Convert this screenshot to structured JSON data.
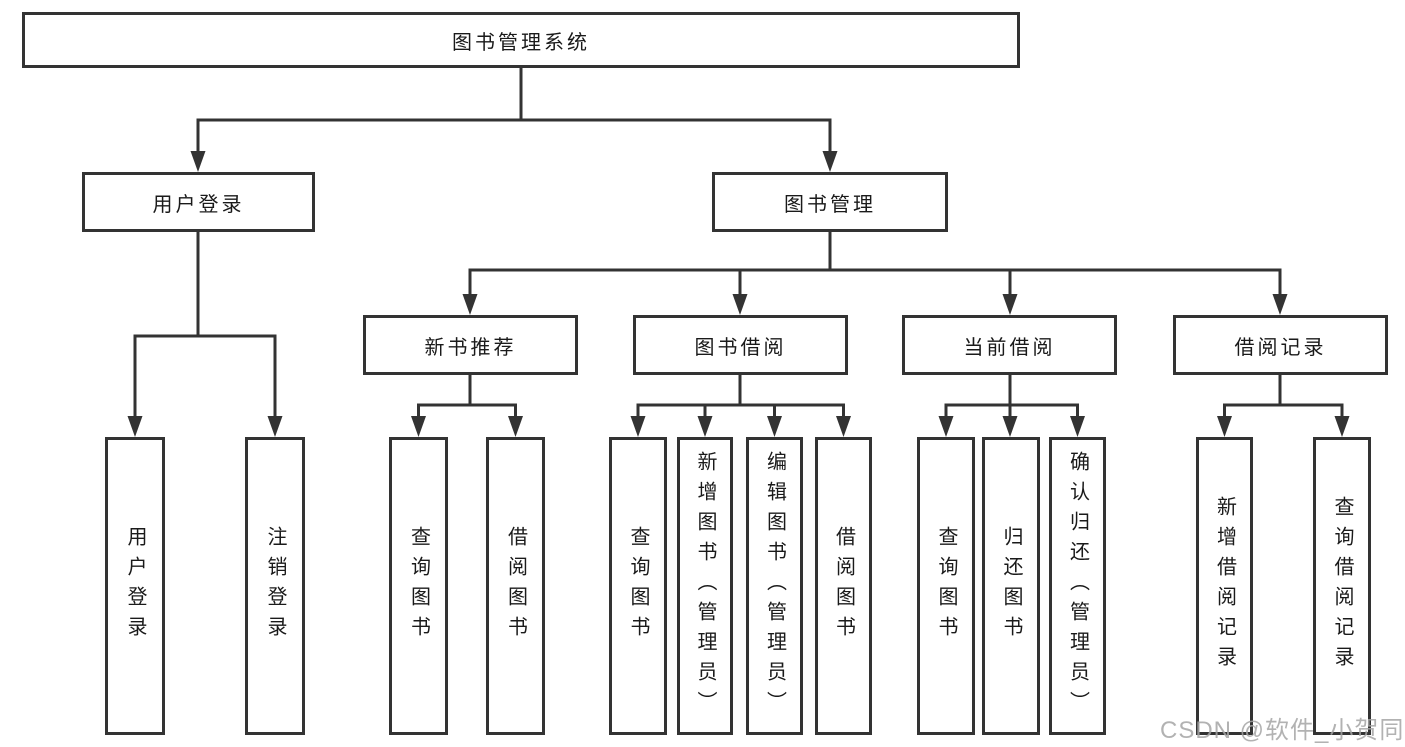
{
  "diagram": {
    "root": {
      "label": "图书管理系统"
    },
    "branches": [
      {
        "label": "用户登录",
        "leaves": [
          {
            "label": "用户登录"
          },
          {
            "label": "注销登录"
          }
        ]
      },
      {
        "label": "图书管理",
        "sections": [
          {
            "label": "新书推荐",
            "leaves": [
              {
                "label": "查询图书"
              },
              {
                "label": "借阅图书"
              }
            ]
          },
          {
            "label": "图书借阅",
            "leaves": [
              {
                "label": "查询图书"
              },
              {
                "label": "新增图书（管理员）"
              },
              {
                "label": "编辑图书（管理员）"
              },
              {
                "label": "借阅图书"
              }
            ]
          },
          {
            "label": "当前借阅",
            "leaves": [
              {
                "label": "查询图书"
              },
              {
                "label": "归还图书"
              },
              {
                "label": "确认归还（管理员）"
              }
            ]
          },
          {
            "label": "借阅记录",
            "leaves": [
              {
                "label": "新增借阅记录"
              },
              {
                "label": "查询借阅记录"
              }
            ]
          }
        ]
      }
    ]
  },
  "watermark": {
    "text": "CSDN @软件_小贺同学"
  },
  "colors": {
    "line": "#333333",
    "text": "#1a1a1a",
    "watermark": "#a5a5a5",
    "background": "#ffffff"
  }
}
